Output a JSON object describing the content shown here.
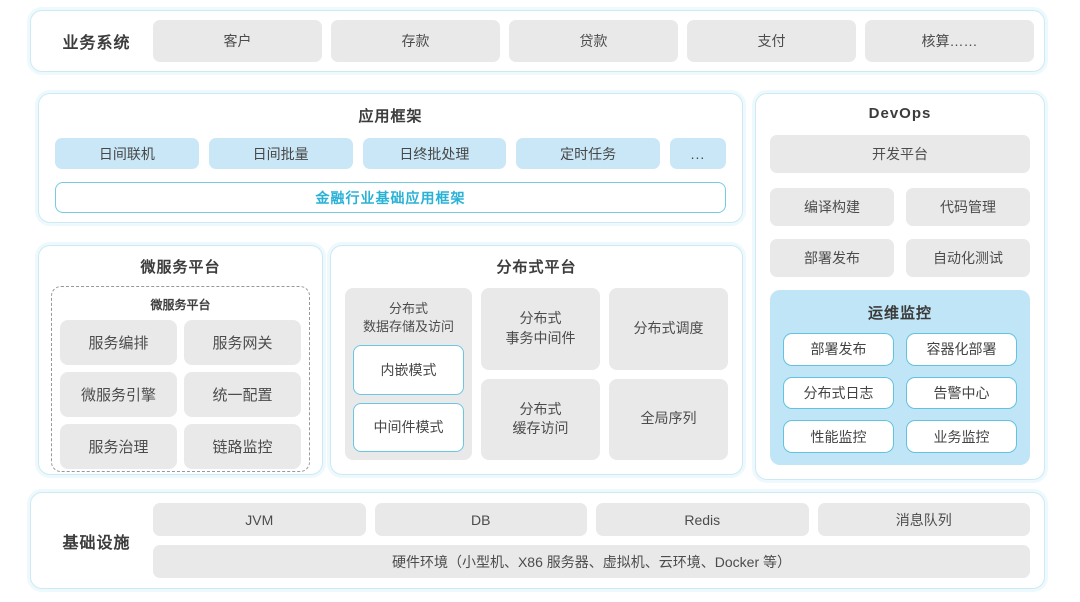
{
  "colors": {
    "accent_text": "#29b1d6",
    "card_border": "#cdeaf4",
    "gray_block": "#e9e9e9",
    "light_blue_block": "#c9e7f6",
    "ops_panel_bg": "#bfe5f6",
    "pill_border": "#62c3e0"
  },
  "business_systems": {
    "label": "业务系统",
    "items": [
      "客户",
      "存款",
      "贷款",
      "支付",
      "核算……"
    ]
  },
  "app_framework": {
    "title": "应用框架",
    "modules": [
      "日间联机",
      "日间批量",
      "日终批处理",
      "定时任务"
    ],
    "dots": "...",
    "base": "金融行业基础应用框架"
  },
  "microservice_platform": {
    "title": "微服务平台",
    "inner_title": "微服务平台",
    "items": [
      "服务编排",
      "服务网关",
      "微服务引擎",
      "统一配置",
      "服务治理",
      "链路监控"
    ]
  },
  "distributed_platform": {
    "title": "分布式平台",
    "storage_label": "分布式\n数据存储及访问",
    "storage_modes": [
      "内嵌模式",
      "中间件模式"
    ],
    "cells": [
      "分布式\n事务中间件",
      "分布式调度",
      "分布式\n缓存访问",
      "全局序列"
    ]
  },
  "devops": {
    "title": "DevOps",
    "dev_platform": "开发平台",
    "tools": [
      "编译构建",
      "代码管理",
      "部署发布",
      "自动化测试"
    ],
    "ops_monitor": {
      "title": "运维监控",
      "items": [
        "部署发布",
        "容器化部署",
        "分布式日志",
        "告警中心",
        "性能监控",
        "业务监控"
      ]
    }
  },
  "infrastructure": {
    "label": "基础设施",
    "items": [
      "JVM",
      "DB",
      "Redis",
      "消息队列"
    ],
    "hardware": "硬件环境（小型机、X86 服务器、虚拟机、云环境、Docker 等）"
  }
}
